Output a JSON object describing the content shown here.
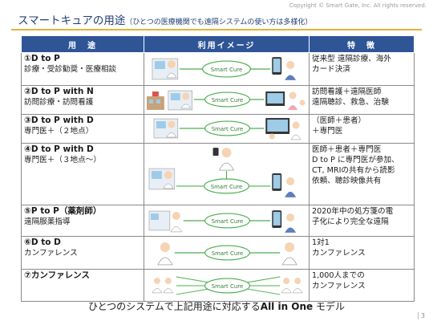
{
  "copyright": "Copyright © Smart Gate, Inc. All rights reserved.",
  "title": {
    "main": "スマートキュアの用途",
    "sub": "（ひとつの医療機関でも遠隔システムの使い方は多様化）"
  },
  "table": {
    "headers": [
      "用　途",
      "利用イメージ",
      "特　徴"
    ],
    "cloud_label": "Smart Cure",
    "rows": [
      {
        "use_head": "①D to P",
        "use_sub": "診療・受診勧奨・医療相談",
        "features": [
          "従来型 遠隔診療、海外",
          "カード決済"
        ]
      },
      {
        "use_head": "②D to P with N",
        "use_sub": "訪問診療・訪問看護",
        "features": [
          "訪問看護＋遠隔医師",
          "遠隔聴診、救急、治験"
        ]
      },
      {
        "use_head": "③D to P with D",
        "use_sub": "専門医＋（２地点）",
        "features": [
          "（医師＋患者）",
          "＋専門医"
        ]
      },
      {
        "use_head": "④D to P with D",
        "use_sub": "専門医＋（３地点～）",
        "features": [
          "医師＋患者＋専門医",
          "D to P に専門医が参加、",
          "CT, MRIの共有から読影",
          "依頼、聴診映像共有"
        ]
      },
      {
        "use_head": "⑤P to P（薬剤師）",
        "use_sub": "遠隔服薬指導",
        "features": [
          "2020年中の処方箋の電",
          "子化により完全な遠隔"
        ]
      },
      {
        "use_head": "⑥D to D",
        "use_sub": "カンファレンス",
        "features": [
          "1対1",
          "カンファレンス"
        ]
      },
      {
        "use_head": "⑦カンファレンス",
        "use_sub": "",
        "features": [
          "1,000人までの",
          "カンファレンス"
        ]
      }
    ]
  },
  "footer": {
    "pre": "ひとつのシステムで上記用途に対応する",
    "bold": "All in One",
    "post": " モデル"
  },
  "page_number": "3",
  "colors": {
    "header_bg": "#2f5597",
    "title_text": "#1f3f73",
    "rule": "#e2b33b",
    "cloud_green": "#4caf50"
  }
}
